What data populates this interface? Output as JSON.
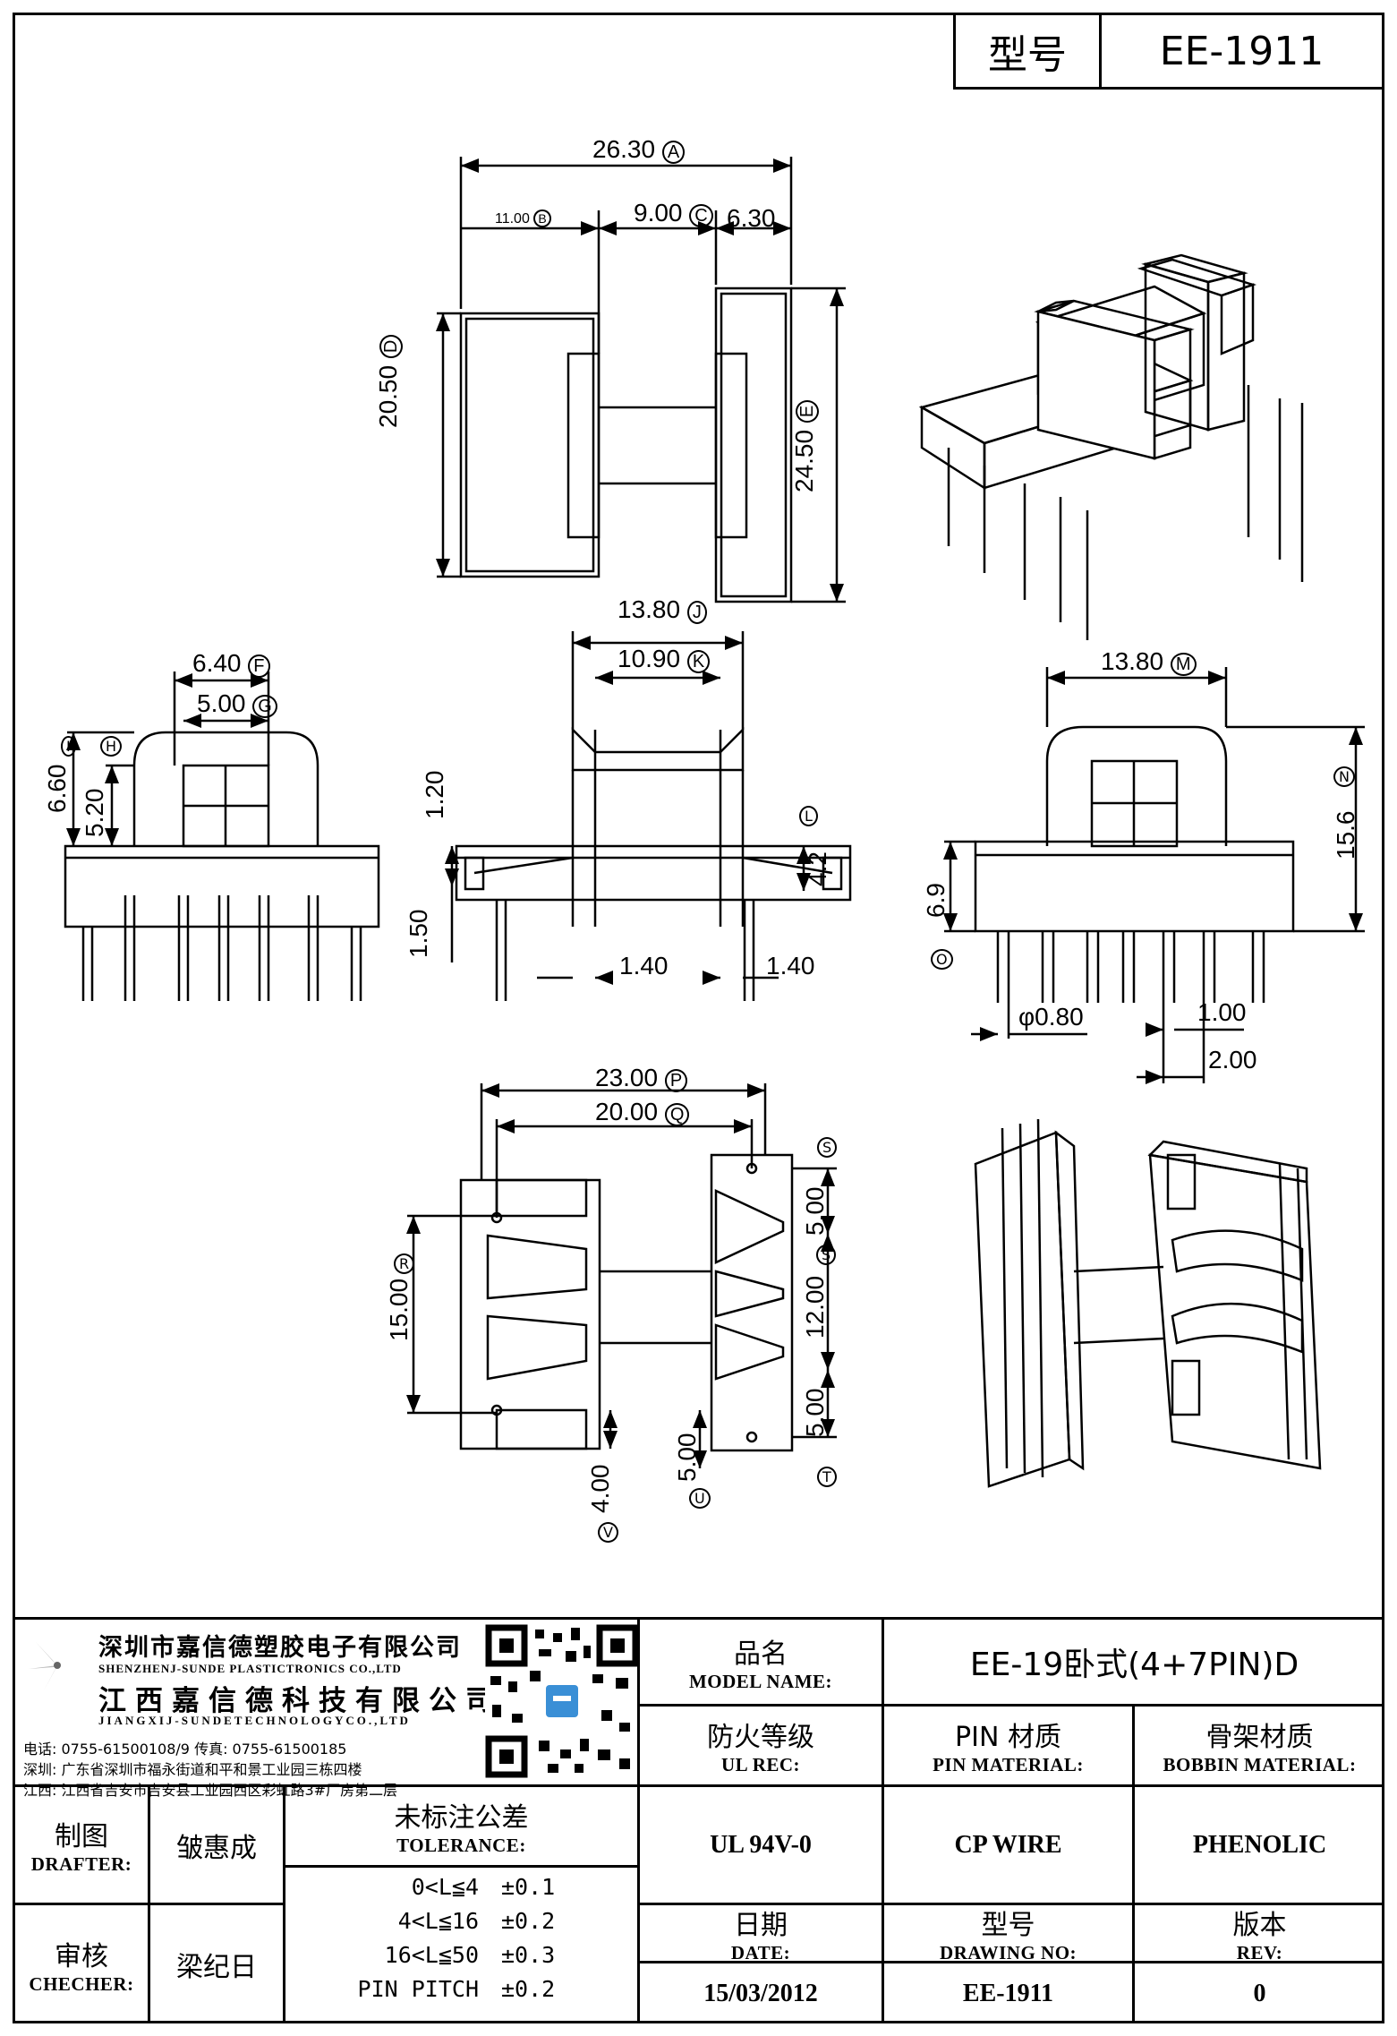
{
  "header": {
    "model_label": "型号",
    "model_value": "EE-1911"
  },
  "dims": {
    "top_total": "26.30",
    "top_total_mark": "A",
    "top_left": "11.00",
    "top_left_mark": "B",
    "top_mid": "9.00",
    "top_mid_mark": "C",
    "top_right": "6.30",
    "top_h_left": "20.50",
    "top_h_left_mark": "D",
    "top_h_right": "24.50",
    "top_h_right_mark": "E",
    "side_w1": "6.40",
    "side_w1_mark": "F",
    "side_w2": "5.00",
    "side_w2_mark": "G",
    "side_h1": "6.60",
    "side_h1_mark": "I",
    "side_h2": "5.20",
    "side_h2_mark": "H",
    "front_w1": "13.80",
    "front_w1_mark": "J",
    "front_w2": "10.90",
    "front_w2_mark": "K",
    "front_h1": "1.20",
    "front_h2": "1.50",
    "front_h3": "4.2",
    "front_h3_mark": "L",
    "front_p1": "1.40",
    "front_p2": "1.40",
    "right_w": "13.80",
    "right_w_mark": "M",
    "right_h": "15.6",
    "right_h_mark": "N",
    "right_h2": "6.9",
    "right_h2_mark": "O",
    "pin_dia": "φ0.80",
    "pin_w": "1.00",
    "pin_pitch": "2.00",
    "bot_w1": "23.00",
    "bot_w1_mark": "P",
    "bot_w2": "20.00",
    "bot_w2_mark": "Q",
    "bot_h1": "15.00",
    "bot_h1_mark": "R",
    "bot_r1": "5.00",
    "bot_r1_mark": "S",
    "bot_r2": "12.00",
    "bot_r2_mark": "S",
    "bot_r3": "5.00",
    "bot_r3_mark": "T",
    "bot_l1": "5.00",
    "bot_l1_mark": "U",
    "bot_l2": "4.00",
    "bot_l2_mark": "V"
  },
  "company": {
    "name_cn_1": "深圳市嘉信德塑胶电子有限公司",
    "name_en_1": "SHENZHENJ-SUNDE PLASTICTRONICS CO.,LTD",
    "name_cn_2": "江西嘉信德科技有限公司",
    "name_en_2": "JIANGXIJ-SUNDETECHNOLOGYCO.,LTD",
    "contact": "电话: 0755-61500108/9      传真: 0755-61500185",
    "addr_sz": "深圳: 广东省深圳市福永街道和平和景工业园三栋四楼",
    "addr_jx": "江西: 江西省吉安市吉安县工业园西区彩虹路3#厂房第二层"
  },
  "titleblock": {
    "model_name_cn": "品名",
    "model_name_en": "MODEL NAME:",
    "model_name_value": "EE-19卧式(4+7PIN)D",
    "ul_cn": "防火等级",
    "ul_en": "UL REC:",
    "ul_value": "UL 94V-0",
    "pin_cn": "PIN 材质",
    "pin_en": "PIN MATERIAL:",
    "pin_value": "CP WIRE",
    "bobbin_cn": "骨架材质",
    "bobbin_en": "BOBBIN MATERIAL:",
    "bobbin_value": "PHENOLIC",
    "date_cn": "日期",
    "date_en": "DATE:",
    "date_value": "15/03/2012",
    "drawno_cn": "型号",
    "drawno_en": "DRAWING NO:",
    "drawno_value": "EE-1911",
    "rev_cn": "版本",
    "rev_en": "REV:",
    "rev_value": "0",
    "drafter_cn": "制图",
    "drafter_en": "DRAFTER:",
    "drafter_value": "皱惠成",
    "checker_cn": "审核",
    "checker_en": "CHECHER:",
    "checker_value": "梁纪日",
    "tol_cn": "未标注公差",
    "tol_en": "TOLERANCE:",
    "tol_rows": [
      {
        "range": "0<L≦4",
        "val": "±0.1"
      },
      {
        "range": "4<L≦16",
        "val": "±0.2"
      },
      {
        "range": "16<L≦50",
        "val": "±0.3"
      },
      {
        "range": "PIN PITCH",
        "val": "±0.2"
      }
    ]
  }
}
